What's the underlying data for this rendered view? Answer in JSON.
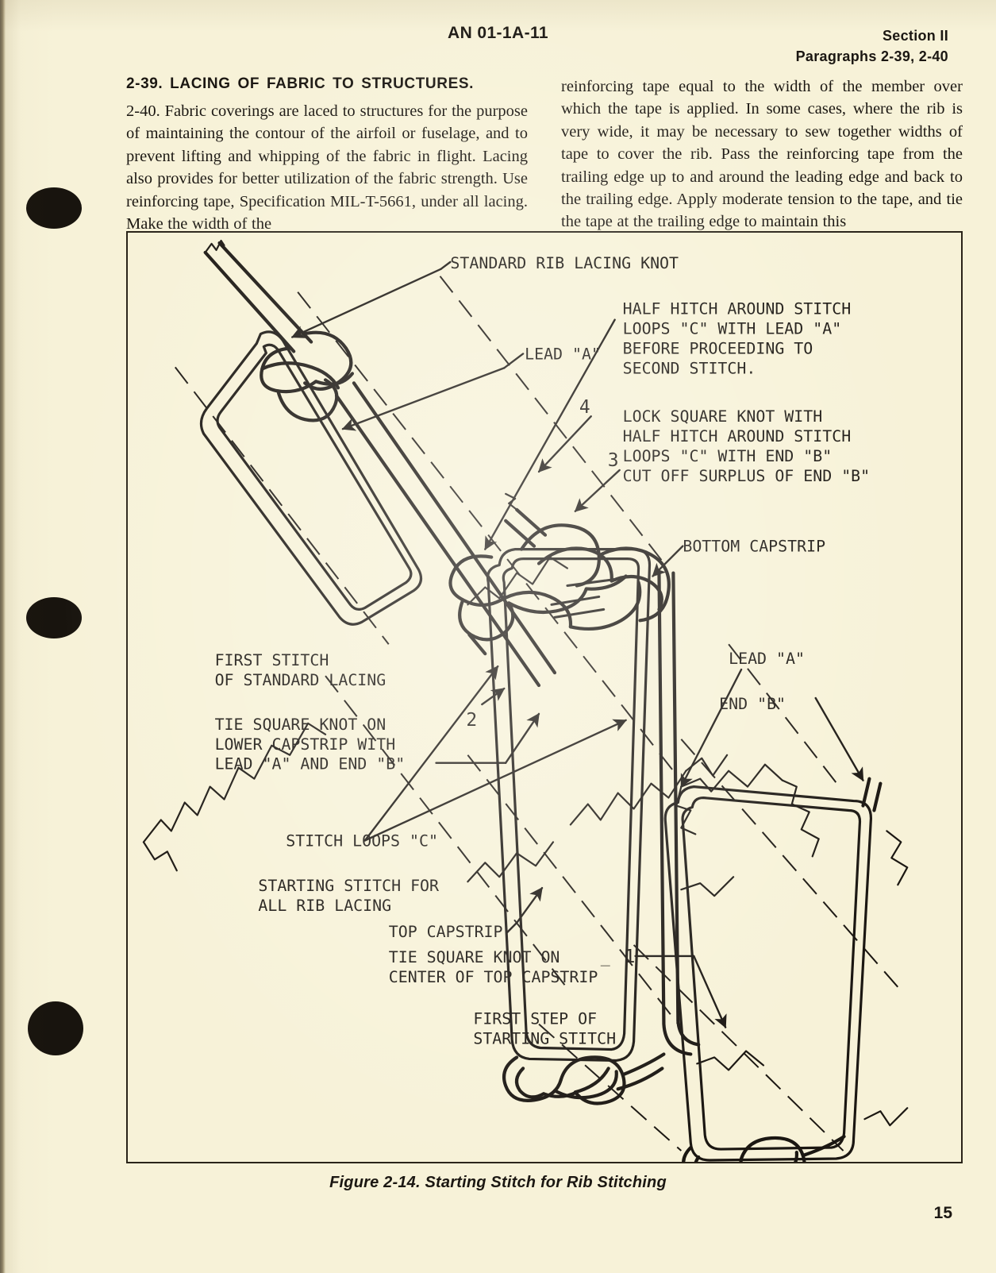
{
  "header": {
    "document_number": "AN 01-1A-11",
    "section": "Section II",
    "paragraphs": "Paragraphs 2-39, 2-40"
  },
  "body": {
    "left_column": {
      "heading": "2-39. LACING OF FABRIC TO STRUCTURES.",
      "paragraph": "2-40. Fabric coverings are laced to structures for the purpose of maintaining the contour of the airfoil or fuselage, and to prevent lifting and whipping of the fabric in flight. Lacing also provides for better utilization of the fabric strength. Use reinforcing tape, Specification MIL-T-5661, under all lacing. Make the width of the"
    },
    "right_column": {
      "paragraph": "reinforcing tape equal to the width of the member over which the tape is applied. In some cases, where the rib is very wide, it may be necessary to sew together widths of tape to cover the rib. Pass the reinforcing tape from the trailing edge up to and around the leading edge and back to the trailing edge. Apply moderate tension to the tape, and tie the tape at the trailing edge to maintain this"
    }
  },
  "figure": {
    "caption": "Figure 2-14. Starting Stitch for Rib Stitching",
    "labels": {
      "standard_rib_lacing_knot": "STANDARD RIB LACING KNOT",
      "lead_a_top": "LEAD \"A\"",
      "half_hitch_block": [
        "HALF HITCH AROUND STITCH",
        "LOOPS \"C\" WITH LEAD \"A\"",
        "BEFORE PROCEEDING TO",
        "SECOND STITCH."
      ],
      "lock_square_knot_block": [
        "LOCK SQUARE KNOT WITH",
        "HALF HITCH AROUND STITCH",
        "LOOPS \"C\" WITH END \"B\"",
        "CUT OFF SURPLUS OF END \"B\""
      ],
      "bottom_capstrip": "BOTTOM CAPSTRIP",
      "lead_a_right": "LEAD \"A\"",
      "end_b_right": "END \"B\"",
      "first_stitch_block": [
        "FIRST STITCH",
        "OF STANDARD LACING"
      ],
      "tie_square_knot_lower_block": [
        "TIE SQUARE KNOT ON",
        "LOWER CAPSTRIP WITH",
        "LEAD \"A\" AND END \"B\""
      ],
      "stitch_loops_c": "STITCH LOOPS \"C\"",
      "starting_stitch_block": [
        "STARTING STITCH FOR",
        "ALL RIB LACING"
      ],
      "top_capstrip": "TOP CAPSTRIP",
      "tie_square_knot_center_block": [
        "TIE SQUARE KNOT ON",
        "CENTER OF TOP CAPSTRIP"
      ],
      "first_step_block": [
        "FIRST STEP OF",
        "STARTING STITCH"
      ]
    },
    "step_numbers": {
      "one": "1",
      "two": "2",
      "three": "3",
      "four": "4"
    }
  },
  "footer": {
    "page_number": "15"
  },
  "colors": {
    "paper": "#f7f2d8",
    "ink": "#1b1712",
    "punch_hole": "#18140e"
  }
}
